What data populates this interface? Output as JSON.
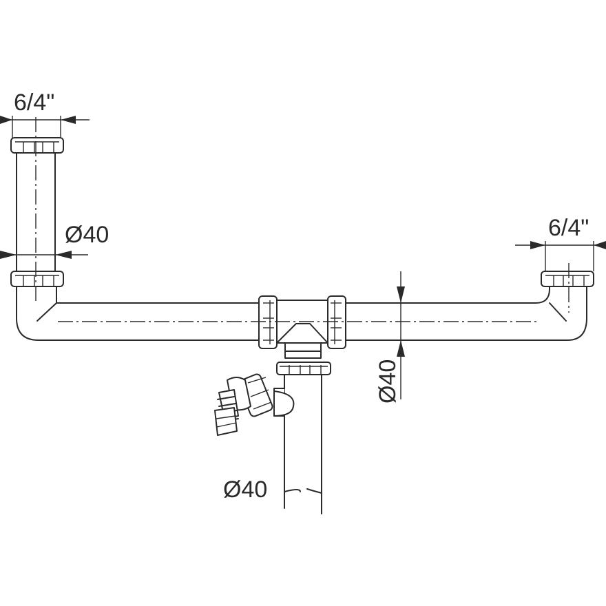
{
  "labels": {
    "thread_left": "6/4\"",
    "thread_right": "6/4\"",
    "diameter_left_pipe": "Ø40",
    "diameter_main_pipe": "Ø40",
    "diameter_outlet": "Ø40"
  }
}
